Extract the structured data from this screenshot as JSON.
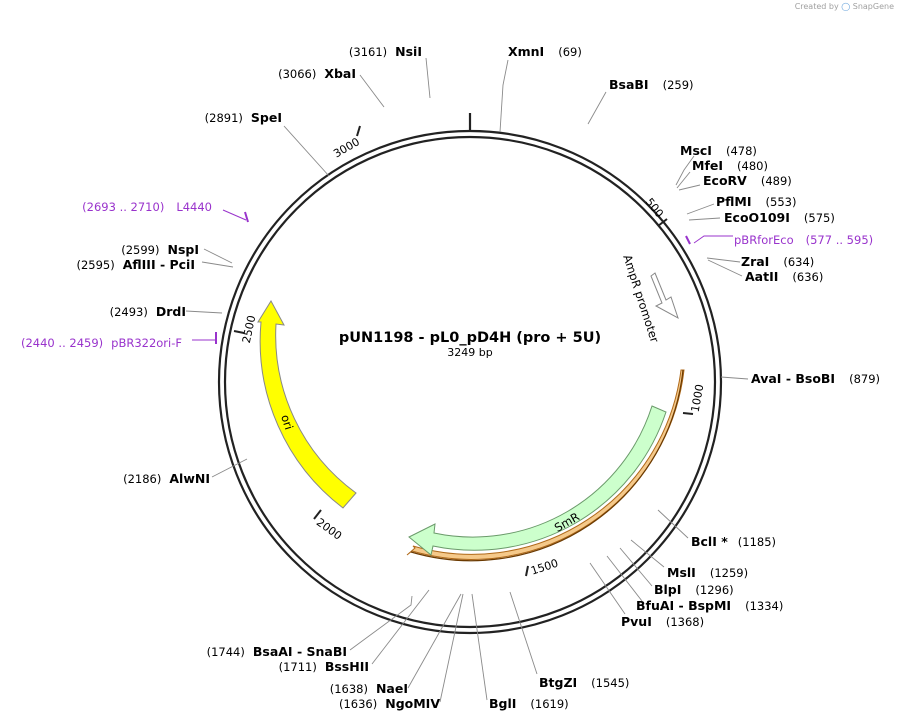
{
  "brand": {
    "created_by": "Created by",
    "app_name": "SnapGene"
  },
  "plasmid": {
    "name": "pUN1198 - pL0_pD4H (pro + 5U)",
    "length_label": "3249 bp"
  },
  "ticks": [
    "500",
    "1000",
    "1500",
    "2000",
    "2500",
    "3000"
  ],
  "sites": [
    {
      "id": "xmni",
      "name": "XmnI",
      "pos": "(69)"
    },
    {
      "id": "bsabi",
      "name": "BsaBI",
      "pos": "(259)"
    },
    {
      "id": "msci",
      "name": "MscI",
      "pos": "(478)"
    },
    {
      "id": "mfei",
      "name": "MfeI",
      "pos": "(480)"
    },
    {
      "id": "ecorv",
      "name": "EcoRV",
      "pos": "(489)"
    },
    {
      "id": "pflmi",
      "name": "PflMI",
      "pos": "(553)"
    },
    {
      "id": "ecoo109i",
      "name": "EcoO109I",
      "pos": "(575)"
    },
    {
      "id": "zrai",
      "name": "ZraI",
      "pos": "(634)"
    },
    {
      "id": "aatii",
      "name": "AatII",
      "pos": "(636)"
    },
    {
      "id": "avai-bsobi",
      "name": "AvaI - BsoBI",
      "pos": "(879)"
    },
    {
      "id": "bcli",
      "name": "BclI *",
      "pos": "(1185)"
    },
    {
      "id": "msli",
      "name": "MslI",
      "pos": "(1259)"
    },
    {
      "id": "blpi",
      "name": "BlpI",
      "pos": "(1296)"
    },
    {
      "id": "bfuai-bspmi",
      "name": "BfuAI - BspMI",
      "pos": "(1334)"
    },
    {
      "id": "pvui",
      "name": "PvuI",
      "pos": "(1368)"
    },
    {
      "id": "btgzi",
      "name": "BtgZI",
      "pos": "(1545)"
    },
    {
      "id": "bgli",
      "name": "BglI",
      "pos": "(1619)"
    },
    {
      "id": "ngomiv",
      "name": "NgoMIV",
      "pos": "(1636)"
    },
    {
      "id": "naei",
      "name": "NaeI",
      "pos": "(1638)"
    },
    {
      "id": "bsshii",
      "name": "BssHII",
      "pos": "(1711)"
    },
    {
      "id": "bsaai-snabi",
      "name": "BsaAI - SnaBI",
      "pos": "(1744)"
    },
    {
      "id": "alwni",
      "name": "AlwNI",
      "pos": "(2186)"
    },
    {
      "id": "drdi",
      "name": "DrdI",
      "pos": "(2493)"
    },
    {
      "id": "afliii-pcii",
      "name": "AflIII - PciI",
      "pos": "(2595)"
    },
    {
      "id": "nspi",
      "name": "NspI",
      "pos": "(2599)"
    },
    {
      "id": "spei",
      "name": "SpeI",
      "pos": "(2891)"
    },
    {
      "id": "xbai",
      "name": "XbaI",
      "pos": "(3066)"
    },
    {
      "id": "nsii",
      "name": "NsiI",
      "pos": "(3161)"
    }
  ],
  "primers": [
    {
      "id": "pbrforeco",
      "name": "pBRforEco",
      "range": "(577 .. 595)"
    },
    {
      "id": "l4440",
      "name": "L4440",
      "range": "(2693 .. 2710)"
    },
    {
      "id": "pbr322ori-f",
      "name": "pBR322ori-F",
      "range": "(2440 .. 2459)"
    }
  ],
  "features": [
    {
      "id": "ampr-promoter",
      "label": "AmpR promoter",
      "color": "#ffffff"
    },
    {
      "id": "smr",
      "label": "SmR",
      "color": "#ccffcc"
    },
    {
      "id": "ori",
      "label": "ori",
      "color": "#ffff00"
    },
    {
      "id": "orange-arc",
      "label": "",
      "color": "#f5c98a"
    }
  ],
  "colors": {
    "primer": "#9933cc",
    "backbone": "#222222"
  }
}
